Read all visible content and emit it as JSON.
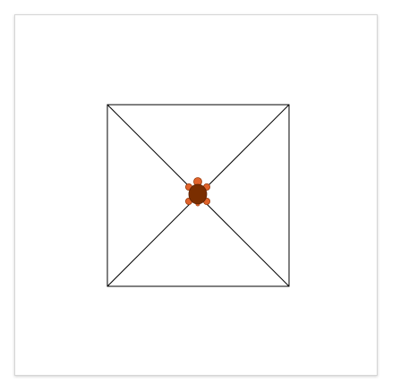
{
  "canvas": {
    "background_color": "#ffffff",
    "border_color": "#d6d6d6"
  },
  "drawing": {
    "line_color": "#000000",
    "shapes": [
      "square",
      "diagonal-1",
      "diagonal-2"
    ]
  },
  "turtle": {
    "icon": "turtle-icon",
    "shell_color": "#7a2e00",
    "limb_color": "#e0632b",
    "heading": "north"
  }
}
